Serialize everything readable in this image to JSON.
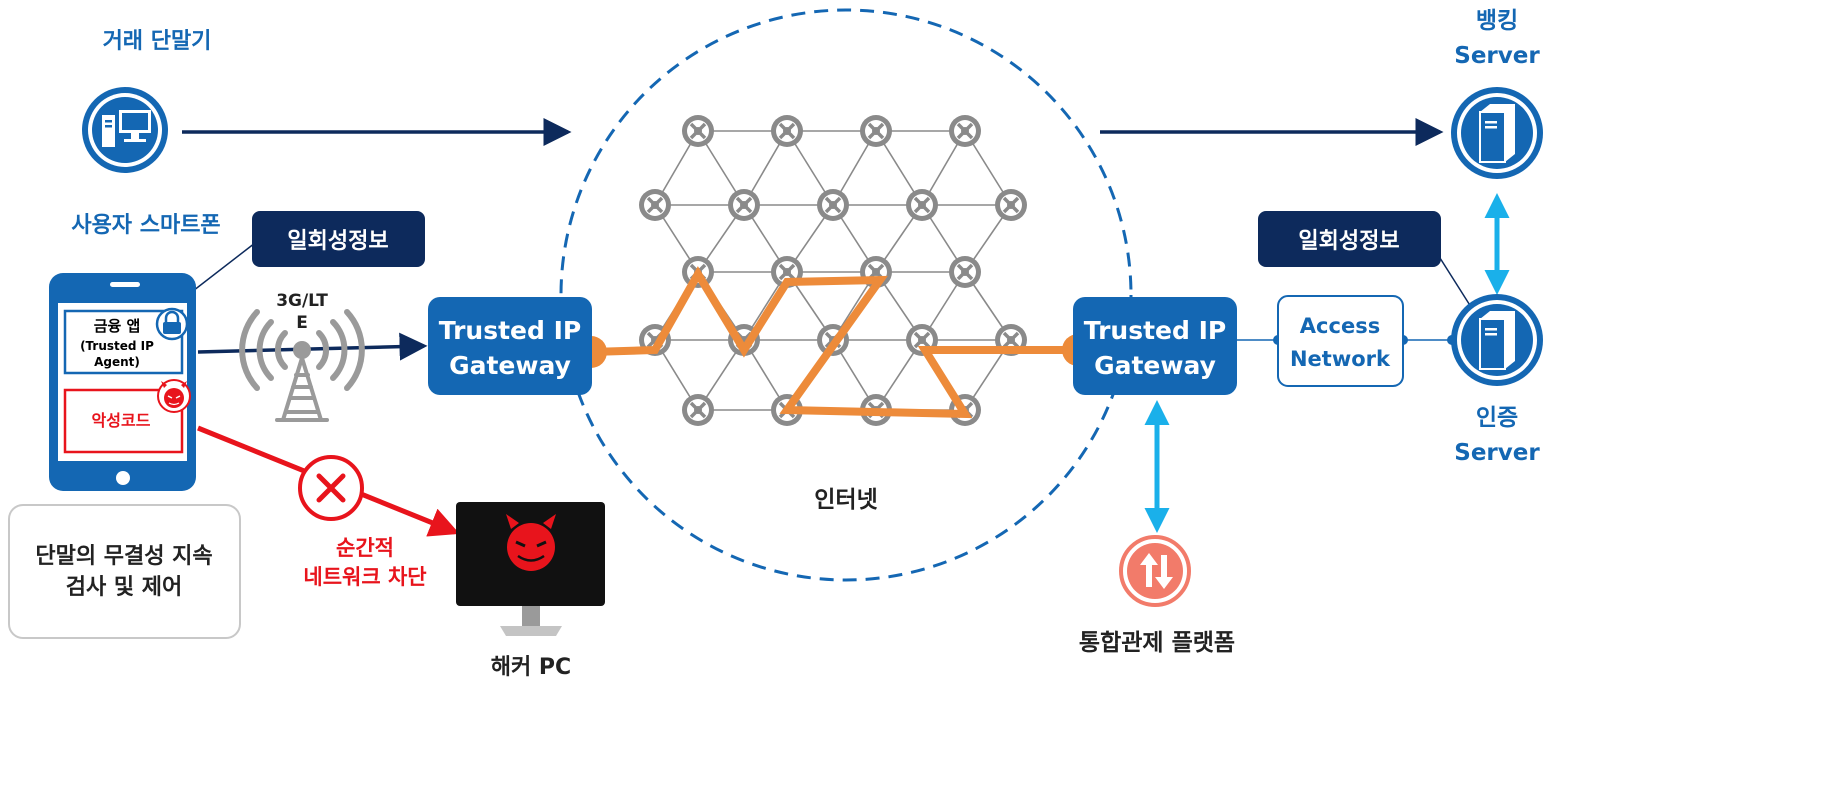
{
  "labels": {
    "trading_terminal": "거래 단말기",
    "user_smartphone": "사용자 스마트폰",
    "otp_left": "일회성정보",
    "otp_right": "일회성정보",
    "finance_app": "금융 앱",
    "agent_line1": "(Trusted IP",
    "agent_line2": "Agent)",
    "malware": "악성코드",
    "integrity_line1": "단말의 무결성 지속",
    "integrity_line2": "검사 및 제어",
    "network_type_line1": "3G/LT",
    "network_type_line2": "E",
    "gateway_left_line1": "Trusted IP",
    "gateway_left_line2": "Gateway",
    "gateway_right_line1": "Trusted IP",
    "gateway_right_line2": "Gateway",
    "internet": "인터넷",
    "block_line1": "순간적",
    "block_line2": "네트워크 차단",
    "hacker_pc": "해커 PC",
    "control_platform": "통합관제 플랫폼",
    "access_line1": "Access",
    "access_line2": "Network",
    "banking_line1": "뱅킹",
    "banking_line2": "Server",
    "auth_line1": "인증",
    "auth_line2": "Server"
  },
  "icons": [
    "desktop-computer-icon",
    "smartphone-icon",
    "lock-icon",
    "devil-icon",
    "cell-tower-icon",
    "block-x-icon",
    "hacker-monitor-icon",
    "server-icon",
    "up-down-arrows-icon",
    "network-node-icon"
  ],
  "colors": {
    "navy": "#0d2a5c",
    "blue": "#1467b3",
    "cyan": "#1ab0ea",
    "orange": "#ed8b3a",
    "red": "#e8141c",
    "gray": "#8a8a8a",
    "salmon": "#f27b6a"
  }
}
